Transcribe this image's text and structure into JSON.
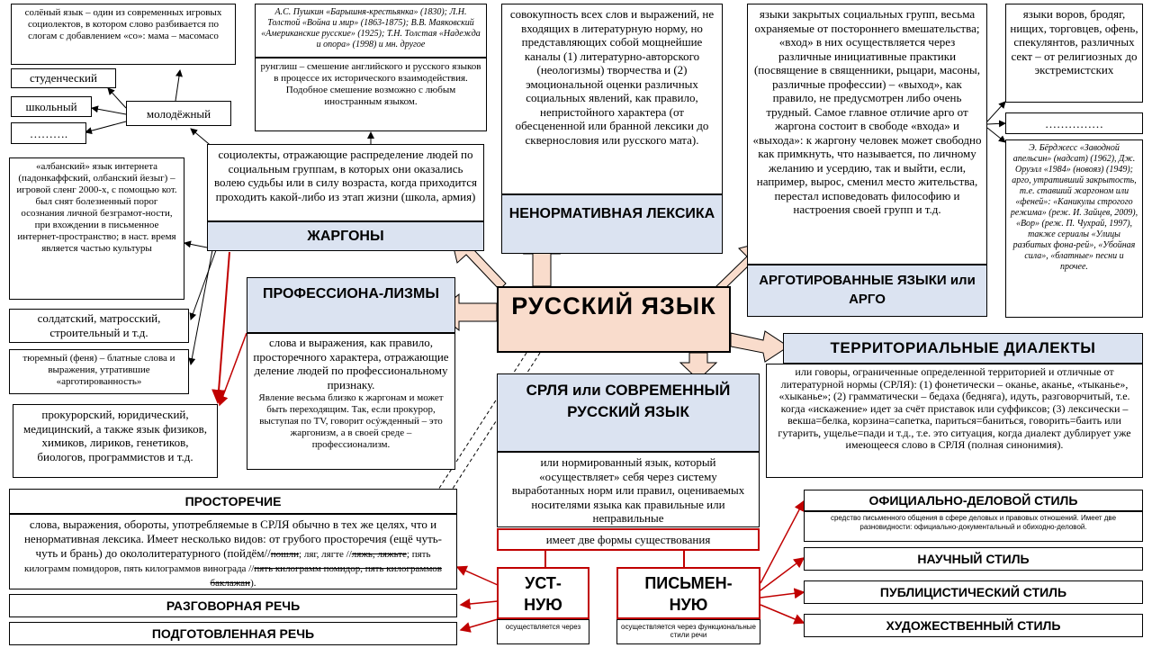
{
  "center": {
    "title": "РУССКИЙ ЯЗЫК"
  },
  "top_left": {
    "salty": "солёный язык – один из современных игровых социолектов, в котором слово разбивается по слогам с добавлением «со»: мама – масомасо",
    "student": "студенческий",
    "school": "школьный",
    "dots": "……….",
    "youth": "молодёжный"
  },
  "literature": {
    "refs": "А.С. Пушкин «Барышня-крестьянка» (1830); Л.Н. Толстой «Война и мир» (1863-1875); В.В. Маяковский «Американские русские» (1925); Т.Н. Толстая «Надежда и опора» (1998) и мн. другое",
    "runglish": "рунглиш – смешение английского и русского языков в процессе их исторического взаимодействия. Подобное смешение возможно с любым иностранным языком."
  },
  "albanian": "«албанский» язык интернета (падонкаффский, олбанский йезыг) – игровой сленг 2000-х, с помощью кот. был снят болезненный порог осознания личной безграмот-ности, при вхождении в письменное интернет-пространство; в наст. время является частью культуры",
  "soldier": "солдатский, матросский, строительный и т.д.",
  "prison": "тюремный (феня) – блатные слова и выражения, утратившие «арготированность»",
  "jargon": {
    "definition": "социолекты, отражающие распределение людей по социальным группам, в которых они оказались волею судьбы или в силу возраста, когда приходится проходить какой-либо из этап жизни (школа, армия)",
    "title": "ЖАРГОНЫ"
  },
  "nonnormative": {
    "definition": "совокупность всех слов и выражений, не входящих в литературную норму, но представляющих собой мощнейшие каналы (1) литературно-авторского (неологизмы) творчества и (2) эмоциональной оценки различных социальных явлений, как правило, непристойного характера (от обесцененной или бранной лексики до сквернословия или русского мата).",
    "title": "НЕНОРМАТИВНАЯ ЛЕКСИКА"
  },
  "argot": {
    "definition": "языки закрытых социальных групп, весьма охраняемые от постороннего вмешательства; «вход» в них осуществляется через различные инициативные практики (посвящение в священники, рыцари, масоны, различные профессии) – «выход», как правило, не предусмотрен либо очень трудный. Самое главное отличие арго от жаргона состоит в свободе «входа» и «выхода»: к жаргону человек может свободно как примкнуть, что называется, по личному желанию и усердию, так и выйти, если, например, вырос, сменил место жительства, перестал исповедовать философию и настроения своей групп и т.д.",
    "title": "АРГОТИРОВАННЫЕ ЯЗЫКИ или АРГО",
    "thieves": "языки воров, бродяг, нищих, торговцев, офень, спекулянтов, различных сект – от религиозных до экстремистских",
    "dots": "……………",
    "refs": "Э. Бёрджесс «Заводной апельсин» (надсат) (1962), Дж. Оруэлл «1984» (новояз) (1949); арго, утративший закрытость, т.е. ставший жаргоном или «феней»: «Каникулы строгого режима» (реж. И. Зайцев, 2009), «Вор» (реж. П. Чухрай, 1997), также сериалы «Улицы разбитых фона-рей», «Убойная сила», «блатные» песни и прочее."
  },
  "professional": {
    "title": "ПРОФЕССИОНА-ЛИЗМЫ",
    "definition": "слова и выражения, как правило, просторечного характера, отражающие деление людей по профессиональному признаку.",
    "note": "Явление весьма близко к жаргонам и может быть переходящим. Так, если прокурор, выступая по TV, говорит осýжденный – это жаргонизм, а в своей среде – профессионализм.",
    "examples": "прокурорский, юридический, медицинский, а также язык физиков, химиков, лириков, генетиков, биологов, программистов и т.д."
  },
  "dialects": {
    "title": "ТЕРРИТОРИАЛЬНЫЕ ДИАЛЕКТЫ",
    "definition": "или говоры, ограниченные определенной территорией и отличные от литературной нормы (СРЛЯ): (1) фонетически – оканье, аканье, «тыканье», «хыканье»; (2) грамматически – бедаха (бедняга), идуть, разговорчитый, т.е. когда «искажение» идет за счёт приставок или суффиксов; (3) лексически – векша=белка, корзина=сапетка, париться=баниться, говорить=баить или гутарить, ущелье=пади и т.д., т.е. это ситуация, когда диалект дублирует уже имеющееся слово в СРЛЯ (полная синонимия)."
  },
  "srlya": {
    "title": "СРЛЯ или СОВРЕМЕННЫЙ РУССКИЙ ЯЗЫК",
    "definition": "или нормированный язык, который «осуществляет» себя через систему выработанных норм или правил, оцениваемых носителями языка как правильные или неправильные",
    "forms": "имеет две формы существования",
    "oral": "УСТ-НУЮ",
    "oral_note": "осуществляется через",
    "written": "ПИСЬМЕН-НУЮ",
    "written_note": "осуществляется через функциональные стили речи"
  },
  "vernacular": {
    "title": "ПРОСТОРЕЧИЕ",
    "definition_a": "слова, выражения, обороты, употребляемые в СРЛЯ обычно в тех же целях, что и ненормативная лексика. Имеет несколько видов: от грубого просторечия (ещё чуть-чуть и брань) до окололитературного (пойдём//",
    "strike1": "пошли",
    "definition_b": "; ляг, лягте //",
    "strike2": "ляжь, ляжьте",
    "definition_c": "; пять килограмм помидоров, пять килограммов винограда //",
    "strike3": "пять килограмм помидор, пять килограммов баклажан",
    "definition_d": ")."
  },
  "oral_types": {
    "colloquial": "РАЗГОВОРНАЯ РЕЧЬ",
    "prepared": "ПОДГОТОВЛЕННАЯ РЕЧЬ"
  },
  "styles": {
    "official": "ОФИЦИАЛЬНО-ДЕЛОВОЙ СТИЛЬ",
    "official_note": "средство письменного общения в сфере деловых и правовых отношений. Имеет две разновидности: официально-документальный и обиходно-деловой.",
    "scientific": "НАУЧНЫЙ СТИЛЬ",
    "publicistic": "ПУБЛИЦИСТИЧЕСКИЙ СТИЛЬ",
    "artistic": "ХУДОЖЕСТВЕННЫЙ СТИЛЬ"
  },
  "colors": {
    "header_blue": "#dbe3f1",
    "center_peach": "#f9dccc",
    "accent_red": "#c00000"
  }
}
